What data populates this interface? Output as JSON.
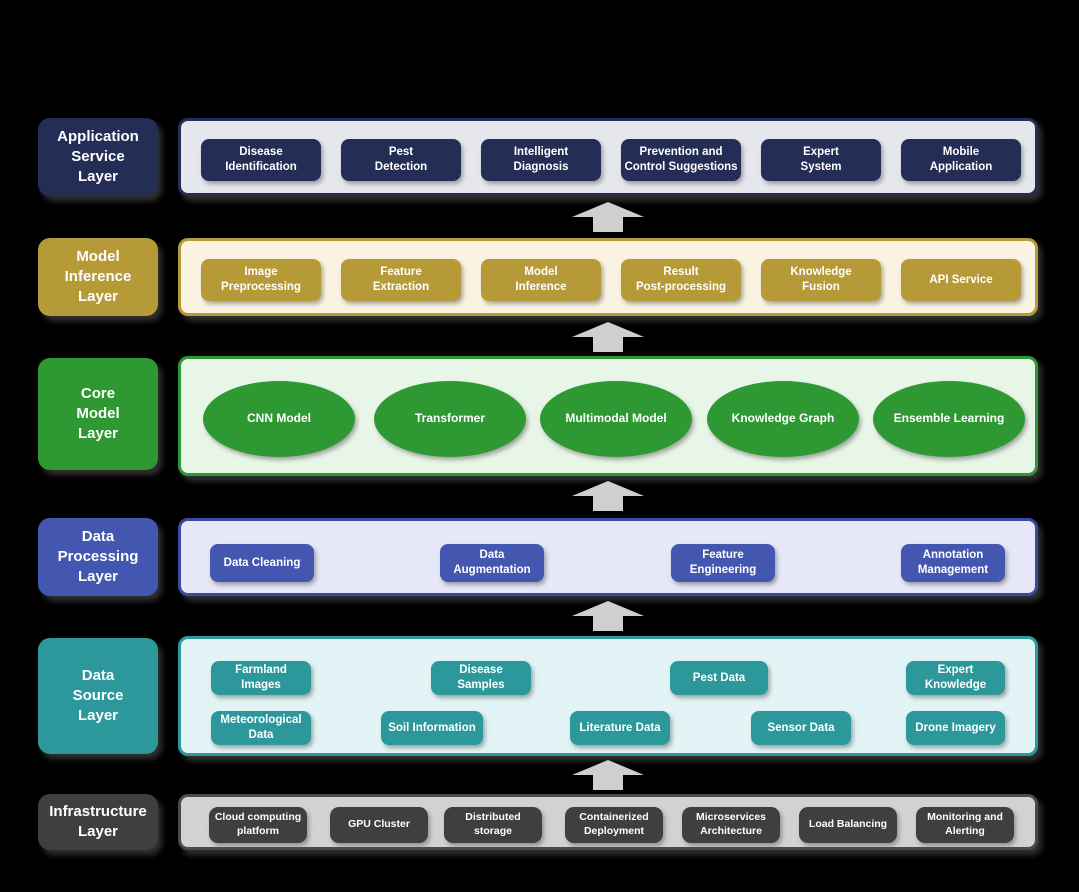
{
  "background": "#000000",
  "arrow": {
    "shape": "block-arrow-up",
    "color": "#cfcfcf"
  },
  "layers": [
    {
      "name": "Application Service Layer",
      "label": "Application\nService\nLayer",
      "accent_color": "#242d55",
      "container_bg": "#e6e6ed",
      "items": [
        {
          "label": "Disease\nIdentification"
        },
        {
          "label": "Pest\nDetection"
        },
        {
          "label": "Intelligent\nDiagnosis"
        },
        {
          "label": "Prevention and\nControl Suggestions"
        },
        {
          "label": "Expert\nSystem"
        },
        {
          "label": "Mobile\nApplication"
        }
      ]
    },
    {
      "name": "Model Inference Layer",
      "label": "Model\nInference\nLayer",
      "accent_color": "#b69a38",
      "container_bg": "#fbf3e1",
      "items": [
        {
          "label": "Image\nPreprocessing"
        },
        {
          "label": "Feature\nExtraction"
        },
        {
          "label": "Model\nInference"
        },
        {
          "label": "Result\nPost-processing"
        },
        {
          "label": "Knowledge\nFusion"
        },
        {
          "label": "API Service"
        }
      ]
    },
    {
      "name": "Core Model Layer",
      "label": "Core\nModel\nLayer",
      "accent_color": "#2e9833",
      "container_bg": "#e8f6e8",
      "item_shape": "ellipse",
      "items": [
        {
          "label": "CNN Model"
        },
        {
          "label": "Transformer"
        },
        {
          "label": "Multimodal Model"
        },
        {
          "label": "Knowledge Graph"
        },
        {
          "label": "Ensemble Learning"
        }
      ]
    },
    {
      "name": "Data Processing Layer",
      "label": "Data\nProcessing\nLayer",
      "accent_color": "#4356b0",
      "container_bg": "#e6e7f9",
      "items": [
        {
          "label": "Data Cleaning"
        },
        {
          "label": "Data\nAugmentation"
        },
        {
          "label": "Feature\nEngineering"
        },
        {
          "label": "Annotation\nManagement"
        }
      ]
    },
    {
      "name": "Data Source Layer",
      "label": "Data\nSource\nLayer",
      "accent_color": "#2d989b",
      "container_bg": "#e2f4f5",
      "items": [
        {
          "label": "Farmland\nImages"
        },
        {
          "label": "Disease\nSamples"
        },
        {
          "label": "Pest Data"
        },
        {
          "label": "Expert\nKnowledge"
        },
        {
          "label": "Meteorological\nData"
        },
        {
          "label": "Soil Information"
        },
        {
          "label": "Literature Data"
        },
        {
          "label": "Sensor Data"
        },
        {
          "label": "Drone Imagery"
        }
      ]
    },
    {
      "name": "Infrastructure Layer",
      "label": "Infrastructure\nLayer",
      "accent_color": "#3f3f3f",
      "container_bg": "#d2d2d2",
      "items": [
        {
          "label": "Cloud computing\nplatform"
        },
        {
          "label": "GPU Cluster"
        },
        {
          "label": "Distributed\nstorage"
        },
        {
          "label": "Containerized\nDeployment"
        },
        {
          "label": "Microservices\nArchitecture"
        },
        {
          "label": "Load Balancing"
        },
        {
          "label": "Monitoring and\nAlerting"
        }
      ]
    }
  ]
}
